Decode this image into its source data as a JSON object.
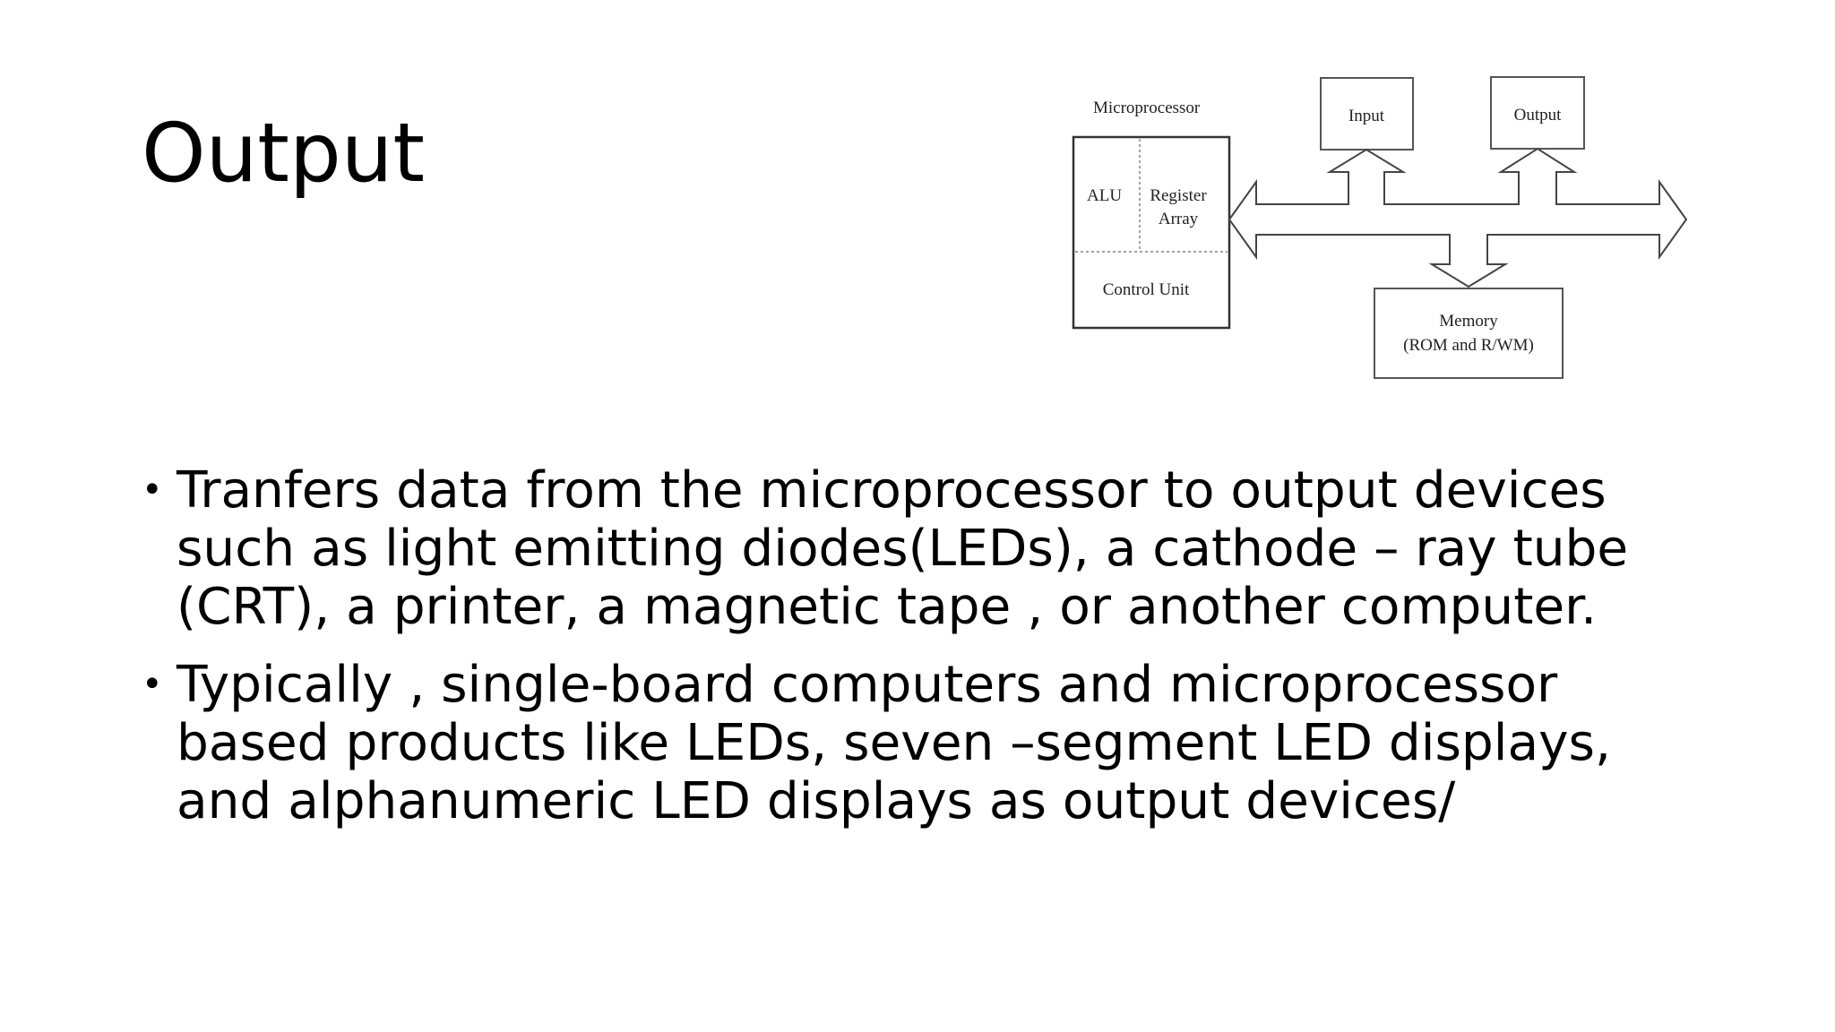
{
  "slide": {
    "title": "Output",
    "bullets": [
      "Tranfers data from the microprocessor to output devices such as light emitting diodes(LEDs), a cathode – ray tube (CRT), a printer, a magnetic tape , or another computer.",
      "Typically , single-board computers and microprocessor based products like LEDs, seven –segment LED displays, and alphanumeric LED displays as output devices/"
    ],
    "bullet_glyph": "•"
  },
  "diagram": {
    "microprocessor_label": "Microprocessor",
    "alu_label": "ALU",
    "register_label_line1": "Register",
    "register_label_line2": "Array",
    "control_unit_label": "Control Unit",
    "input_label": "Input",
    "output_label": "Output",
    "memory_label_line1": "Memory",
    "memory_label_line2": "(ROM and R/WM)"
  }
}
